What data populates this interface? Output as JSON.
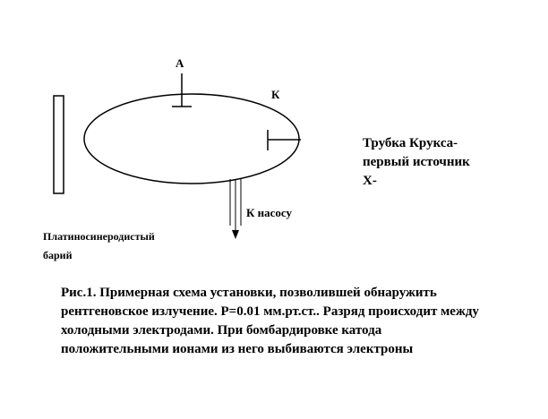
{
  "labels": {
    "anode": "А",
    "cathode": "К",
    "pump": "К насосу",
    "screen": "Платиносинеродистый барий",
    "tube": "Трубка Крукса- первый источник X-"
  },
  "caption": "Рис.1. Примерная схема установки, позволившей обнаружить рентгеновское излучение. P=0.01 мм.рт.ст.. Разряд происходит между холодными электродами. При бомбардировке катода положительными ионами из него выбиваются электроны"
}
